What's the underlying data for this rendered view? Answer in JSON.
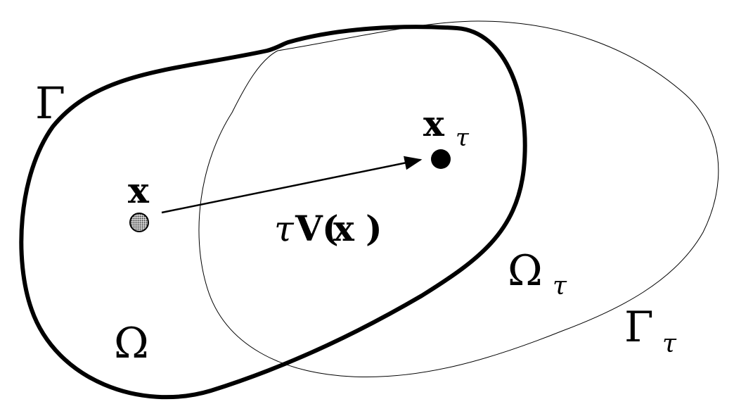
{
  "labels": {
    "gamma": "Γ",
    "omega": "Ω",
    "x": "x",
    "x_tau_base": "x",
    "x_tau_sub": "τ",
    "tau_v_tau": "τ",
    "tau_v_v": "V",
    "tau_v_paren_open": "(",
    "tau_v_x": "x",
    "tau_v_paren_close": ")",
    "omega_tau_base": "Ω",
    "omega_tau_sub": "τ",
    "gamma_tau_base": "Γ",
    "gamma_tau_sub": "τ"
  },
  "colors": {
    "ink": "#000000",
    "point_gray": "#777777",
    "background": "#ffffff"
  }
}
